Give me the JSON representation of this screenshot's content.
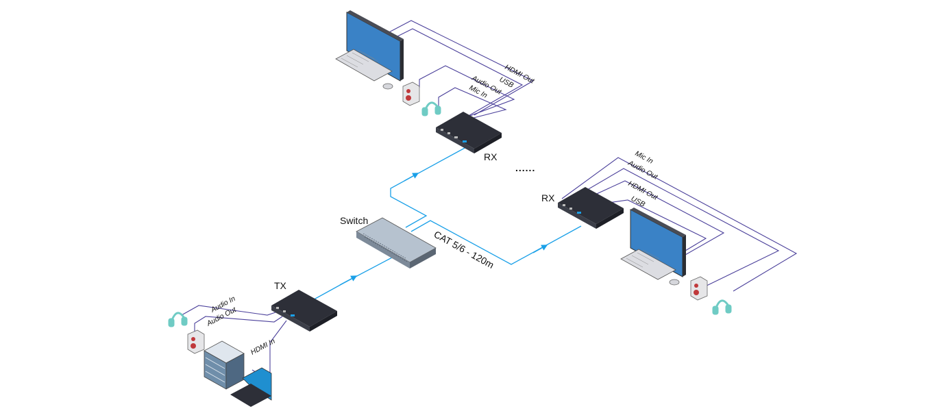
{
  "labels": {
    "switch": "Switch",
    "tx": "TX",
    "rx_top": "RX",
    "rx_right": "RX",
    "ellipsis": "......",
    "cable": "CAT 5/6 - 120m"
  },
  "ports": {
    "rx_top": [
      "HDMI Out",
      "USB",
      "Audio Out",
      "Mic In"
    ],
    "rx_right": [
      "Mic In",
      "Audio Out",
      "HDMI Out",
      "USB"
    ],
    "tx": [
      "Audio In",
      "Audio Out",
      "HDMI In"
    ]
  },
  "colors": {
    "network": "#1aa0e8",
    "cable": "#4a3f9a",
    "device": "#2d2f38",
    "screen": "#3a82c6",
    "headphone": "#6fcbc4",
    "speaker": "#c0393b",
    "server": "#6f8eaa",
    "switch": "#8a97a6"
  },
  "icons": [
    "monitor-icon",
    "keyboard-icon",
    "mouse-icon",
    "speaker-icon",
    "headphones-icon",
    "server-icon",
    "laptop-icon",
    "network-switch-icon",
    "extender-box-icon"
  ]
}
